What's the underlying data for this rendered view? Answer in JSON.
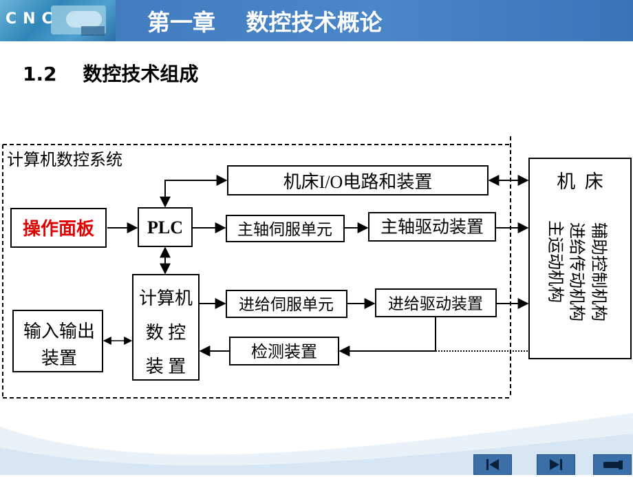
{
  "header": {
    "logo_text": "CNC",
    "title": "第一章　 数控技术概论"
  },
  "subtitle": "1.2　 数控技术组成",
  "diagram": {
    "group_label": "计算机数控系统",
    "operator_panel": "操作面板",
    "plc": "PLC",
    "machine_io": "机床I/O电路和装置",
    "spindle_servo": "主轴伺服单元",
    "spindle_drive": "主轴驱动装置",
    "cnc_device": [
      "计算机",
      "数 控",
      "装 置"
    ],
    "feed_servo": "进给伺服单元",
    "feed_drive": "进给驱动装置",
    "io_device": [
      "输入输出",
      "装置"
    ],
    "detection": "检测装置",
    "machine_tool": "机  床",
    "machine_columns": [
      "辅助控制机构",
      "进给传动机构",
      "主运动机构"
    ]
  },
  "colors": {
    "header": "#4a86c8",
    "panel_text": "#e00000",
    "nav": "#3a6fa8"
  },
  "nav_icons": [
    "first-page-icon",
    "last-page-icon",
    "return-icon"
  ]
}
